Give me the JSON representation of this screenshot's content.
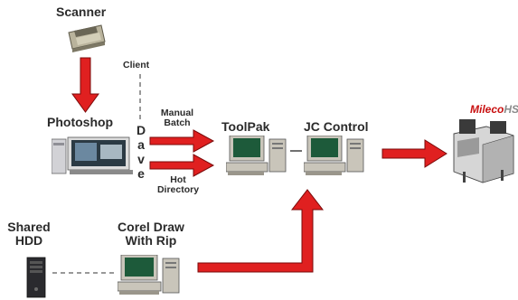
{
  "nodes": {
    "scanner": "Scanner",
    "photoshop": "Photoshop",
    "client": "Client",
    "dave": "Dave",
    "manual_batch_line1": "Manual",
    "manual_batch_line2": "Batch",
    "hot_directory_line1": "Hot",
    "hot_directory_line2": "Directory",
    "toolpak": "ToolPak",
    "jc_control": "JC Control",
    "shared_hdd_line1": "Shared",
    "shared_hdd_line2": "HDD",
    "corel_draw_line1": "Corel Draw",
    "corel_draw_line2": "With Rip",
    "logo_left": "Mileco",
    "logo_right": "HSP"
  },
  "colors": {
    "arrow": "#e02020",
    "arrow_outline": "#7a0a0a",
    "text": "#2b2b2b",
    "computer": "#c9c5ba",
    "screen": "#1d5a3a"
  },
  "icons": {
    "scanner": "scanner-icon",
    "photoshop_station": "workstation-icon",
    "toolpak_pc": "desktop-computer-icon",
    "jc_control_pc": "desktop-computer-icon",
    "corel_pc": "desktop-computer-icon",
    "shared_hdd": "tower-server-icon",
    "imagesetter": "imagesetter-icon"
  }
}
